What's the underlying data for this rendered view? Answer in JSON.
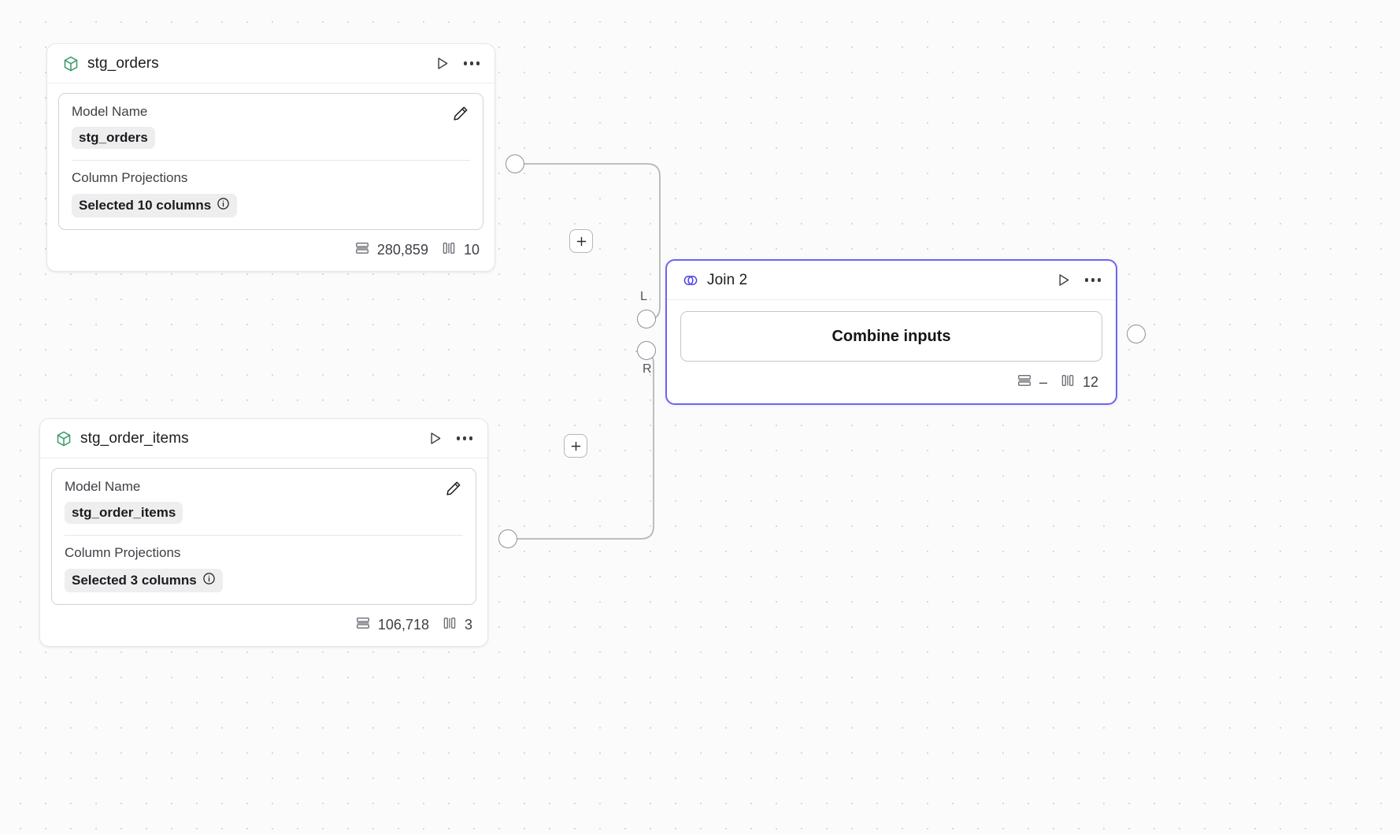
{
  "canvas": {
    "background_color": "#fbfbfb",
    "dot_color": "#d9d9d9",
    "accent_color": "#6f64f2",
    "model_icon_color": "#3f9a72"
  },
  "nodes": [
    {
      "id": "stg_orders",
      "type": "model",
      "icon": "cube-icon",
      "title": "stg_orders",
      "fields": [
        {
          "label": "Model Name",
          "value": "stg_orders",
          "has_info": false
        },
        {
          "label": "Column Projections",
          "value": "Selected 10 columns",
          "has_info": true
        }
      ],
      "footer": {
        "rows_label": "280,859",
        "columns_label": "10"
      },
      "actions": {
        "run": "run-icon",
        "menu": "more-icon",
        "edit": "edit-icon"
      }
    },
    {
      "id": "stg_order_items",
      "type": "model",
      "icon": "cube-icon",
      "title": "stg_order_items",
      "fields": [
        {
          "label": "Model Name",
          "value": "stg_order_items",
          "has_info": false
        },
        {
          "label": "Column Projections",
          "value": "Selected 3 columns",
          "has_info": true
        }
      ],
      "footer": {
        "rows_label": "106,718",
        "columns_label": "3"
      },
      "actions": {
        "run": "run-icon",
        "menu": "more-icon",
        "edit": "edit-icon"
      }
    },
    {
      "id": "join_2",
      "type": "join",
      "icon": "join-icon",
      "title": "Join 2",
      "selected": true,
      "body_label": "Combine inputs",
      "footer": {
        "rows_label": "–",
        "columns_label": "12"
      },
      "ports": {
        "left_label": "L",
        "right_label": "R"
      },
      "actions": {
        "run": "run-icon",
        "menu": "more-icon"
      }
    }
  ],
  "edges": [
    {
      "from": "stg_orders",
      "to": "join_2.L",
      "add_button_label": "+"
    },
    {
      "from": "stg_order_items",
      "to": "join_2.R",
      "add_button_label": "+"
    }
  ],
  "labels": {
    "rows_icon": "rows-icon",
    "columns_icon": "columns-icon",
    "info_icon": "info-icon",
    "plus_icon": "plus-icon"
  }
}
